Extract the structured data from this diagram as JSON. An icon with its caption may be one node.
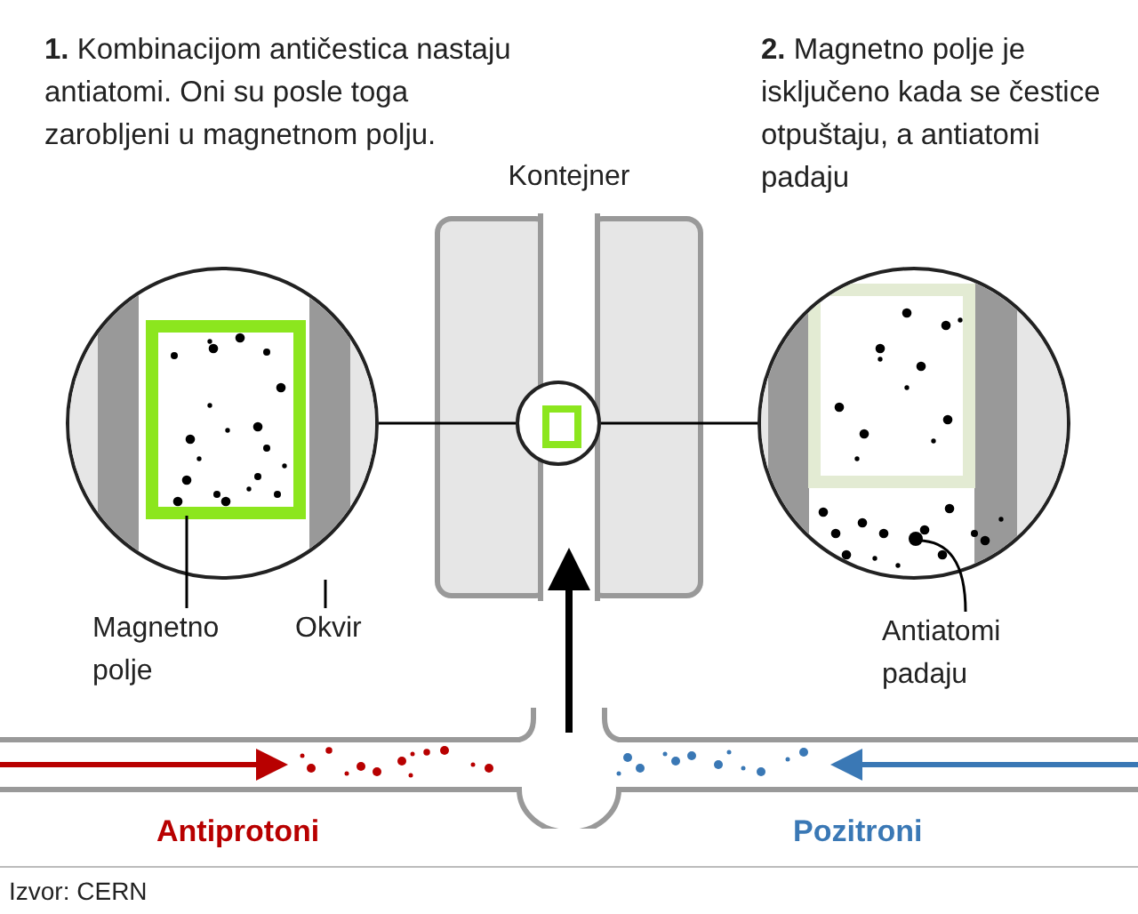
{
  "diagram": {
    "nodes": [
      {
        "text": [
          "Kontejner"
        ]
      },
      {
        "text": [],
        "shape": "circle",
        "in": 0
      },
      {
        "text": [],
        "shape": "circle"
      },
      {
        "text": [],
        "shape": "circle"
      },
      {
        "text": [
          "Magnetno polje"
        ]
      },
      {
        "text": [
          "Okvir"
        ]
      },
      {
        "text": [
          "Antiatomi padaju"
        ]
      },
      {
        "text": [],
        "shape": "box",
        "in": 2
      },
      {
        "text": [],
        "shape": "bar",
        "in": 2
      },
      {
        "text": [],
        "shape": "circle",
        "in": 3
      }
    ],
    "edges": [
      {
        "from": 2,
        "to": 1,
        "arrow": "none"
      },
      {
        "from": 1,
        "to": 3,
        "arrow": "none"
      },
      {
        "from": 4,
        "to": 7,
        "arrow": "none"
      },
      {
        "from": 5,
        "to": 8,
        "arrow": "none"
      },
      {
        "from": 6,
        "to": 9,
        "arrow": "none"
      },
      {
        "from": null,
        "to": 0,
        "arrow": "to",
        "style": "thick"
      }
    ],
    "labels": [
      "**1.** Kombinacijom antičestica nastaju antiatomi. Oni su posle toga zarobljeni u magnetnom polju.",
      "**2.** Magnetno polje je isključeno kada se čestice otpuštaju, a antiatomi padaju",
      "Antiprotoni",
      "Pozitroni",
      "Izvor: CERN"
    ]
  }
}
